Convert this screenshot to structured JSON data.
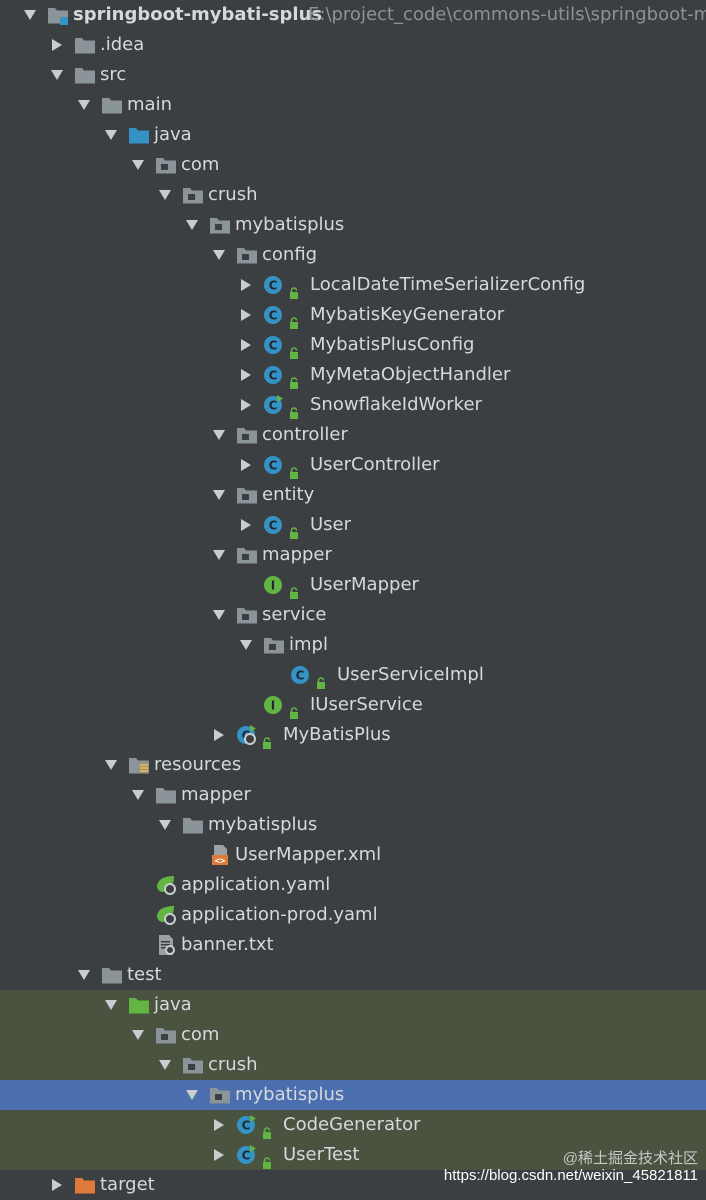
{
  "project": {
    "name": "springboot-mybati-splus",
    "path": "E:\\project_code\\commons-utils\\springboot-myb"
  },
  "colors": {
    "background": "#3c3f41",
    "test_background": "#49533f",
    "selected": "#4b6eaf",
    "folder_gray": "#8b9499",
    "source_folder_blue": "#3592c4",
    "test_folder_green": "#62b543",
    "excluded_folder_orange": "#e07a3a",
    "class_icon": "#3592c4",
    "interface_icon": "#62b543"
  },
  "tree": [
    {
      "label": "springboot-mybati-splus",
      "icon": "module-folder-icon",
      "depth": 0,
      "arrow": "down",
      "bold": true,
      "path": true
    },
    {
      "label": ".idea",
      "icon": "folder-icon",
      "depth": 1,
      "arrow": "right"
    },
    {
      "label": "src",
      "icon": "folder-icon",
      "depth": 1,
      "arrow": "down"
    },
    {
      "label": "main",
      "icon": "folder-icon",
      "depth": 2,
      "arrow": "down"
    },
    {
      "label": "java",
      "icon": "source-folder-icon",
      "depth": 3,
      "arrow": "down"
    },
    {
      "label": "com",
      "icon": "package-icon",
      "depth": 4,
      "arrow": "down"
    },
    {
      "label": "crush",
      "icon": "package-icon",
      "depth": 5,
      "arrow": "down"
    },
    {
      "label": "mybatisplus",
      "icon": "package-icon",
      "depth": 6,
      "arrow": "down"
    },
    {
      "label": "config",
      "icon": "package-icon",
      "depth": 7,
      "arrow": "down"
    },
    {
      "label": "LocalDateTimeSerializerConfig",
      "icon": "class-icon",
      "depth": 8,
      "arrow": "right",
      "lock": true
    },
    {
      "label": "MybatisKeyGenerator",
      "icon": "class-icon",
      "depth": 8,
      "arrow": "right",
      "lock": true
    },
    {
      "label": "MybatisPlusConfig",
      "icon": "class-icon",
      "depth": 8,
      "arrow": "right",
      "lock": true
    },
    {
      "label": "MyMetaObjectHandler",
      "icon": "class-icon",
      "depth": 8,
      "arrow": "right",
      "lock": true
    },
    {
      "label": "SnowflakeIdWorker",
      "icon": "class-run-icon",
      "depth": 8,
      "arrow": "right",
      "lock": true
    },
    {
      "label": "controller",
      "icon": "package-icon",
      "depth": 7,
      "arrow": "down"
    },
    {
      "label": "UserController",
      "icon": "class-icon",
      "depth": 8,
      "arrow": "right",
      "lock": true
    },
    {
      "label": "entity",
      "icon": "package-icon",
      "depth": 7,
      "arrow": "down"
    },
    {
      "label": "User",
      "icon": "class-icon",
      "depth": 8,
      "arrow": "right",
      "lock": true
    },
    {
      "label": "mapper",
      "icon": "package-icon",
      "depth": 7,
      "arrow": "down"
    },
    {
      "label": "UserMapper",
      "icon": "interface-icon",
      "depth": 8,
      "arrow": "none",
      "lock": true
    },
    {
      "label": "service",
      "icon": "package-icon",
      "depth": 7,
      "arrow": "down"
    },
    {
      "label": "impl",
      "icon": "package-icon",
      "depth": 8,
      "arrow": "down"
    },
    {
      "label": "UserServiceImpl",
      "icon": "class-icon",
      "depth": 9,
      "arrow": "none",
      "lock": true
    },
    {
      "label": "IUserService",
      "icon": "interface-icon",
      "depth": 8,
      "arrow": "none",
      "lock": true
    },
    {
      "label": "MyBatisPlus",
      "icon": "spring-boot-class-icon",
      "depth": 7,
      "arrow": "right",
      "lock": true
    },
    {
      "label": "resources",
      "icon": "resources-folder-icon",
      "depth": 3,
      "arrow": "down"
    },
    {
      "label": "mapper",
      "icon": "folder-icon",
      "depth": 4,
      "arrow": "down"
    },
    {
      "label": "mybatisplus",
      "icon": "folder-icon",
      "depth": 5,
      "arrow": "down"
    },
    {
      "label": "UserMapper.xml",
      "icon": "xml-file-icon",
      "depth": 6,
      "arrow": "none"
    },
    {
      "label": "application.yaml",
      "icon": "spring-yaml-icon",
      "depth": 4,
      "arrow": "none"
    },
    {
      "label": "application-prod.yaml",
      "icon": "spring-yaml-icon",
      "depth": 4,
      "arrow": "none"
    },
    {
      "label": "banner.txt",
      "icon": "text-file-icon",
      "depth": 4,
      "arrow": "none"
    },
    {
      "label": "test",
      "icon": "folder-icon",
      "depth": 2,
      "arrow": "down"
    },
    {
      "label": "java",
      "icon": "test-folder-icon",
      "depth": 3,
      "arrow": "down",
      "test": true
    },
    {
      "label": "com",
      "icon": "package-icon",
      "depth": 4,
      "arrow": "down",
      "test": true
    },
    {
      "label": "crush",
      "icon": "package-icon",
      "depth": 5,
      "arrow": "down",
      "test": true
    },
    {
      "label": "mybatisplus",
      "icon": "package-icon",
      "depth": 6,
      "arrow": "down",
      "test": true,
      "selected": true
    },
    {
      "label": "CodeGenerator",
      "icon": "class-run-icon",
      "depth": 7,
      "arrow": "right",
      "lock": true,
      "test": true
    },
    {
      "label": "UserTest",
      "icon": "class-run-icon",
      "depth": 7,
      "arrow": "right",
      "lock": true,
      "test": true
    },
    {
      "label": "target",
      "icon": "excluded-folder-icon",
      "depth": 1,
      "arrow": "right"
    }
  ],
  "watermark": {
    "line1": "@稀土掘金技术社区",
    "line2": "https://blog.csdn.net/weixin_45821811"
  }
}
